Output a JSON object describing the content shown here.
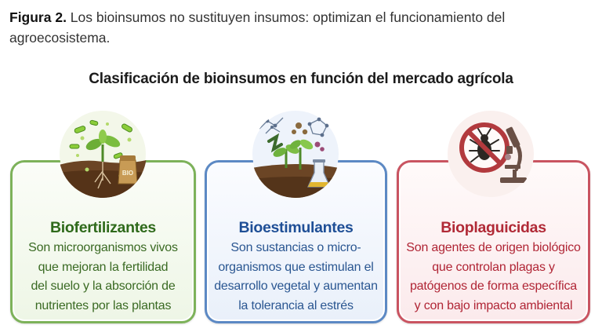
{
  "caption": {
    "label": "Figura 2.",
    "text": " Los bioinsumos no sustituyen insumos: optimizan el funcionamiento del agroecosistema."
  },
  "title": "Clasificación de bioinsumos en función del mercado agrícola",
  "cards": [
    {
      "title": "Biofertilizantes",
      "lines": [
        "Son microorganismos vivos",
        "que mejoran la fertilidad",
        "del suelo y la absorción de",
        "nutrientes por las plantas"
      ],
      "badge": "BIO",
      "icon": "soil-microbes-plant-icon",
      "color": "#7db25a"
    },
    {
      "title": "Bioestimulantes",
      "lines": [
        "Son sustancias o micro-",
        "organismos que estimulan el",
        "desarrollo vegetal y aumentan",
        "la tolerancia al estrés"
      ],
      "icon": "seedling-molecules-flask-icon",
      "color": "#5c89c4"
    },
    {
      "title": "Bioplaguicidas",
      "lines": [
        "Son agentes de origen biológico",
        "que controlan plagas y",
        "patógenos de forma específica",
        "y con bajo impacto ambiental"
      ],
      "icon": "no-pest-microscope-icon",
      "color": "#c95461"
    }
  ]
}
